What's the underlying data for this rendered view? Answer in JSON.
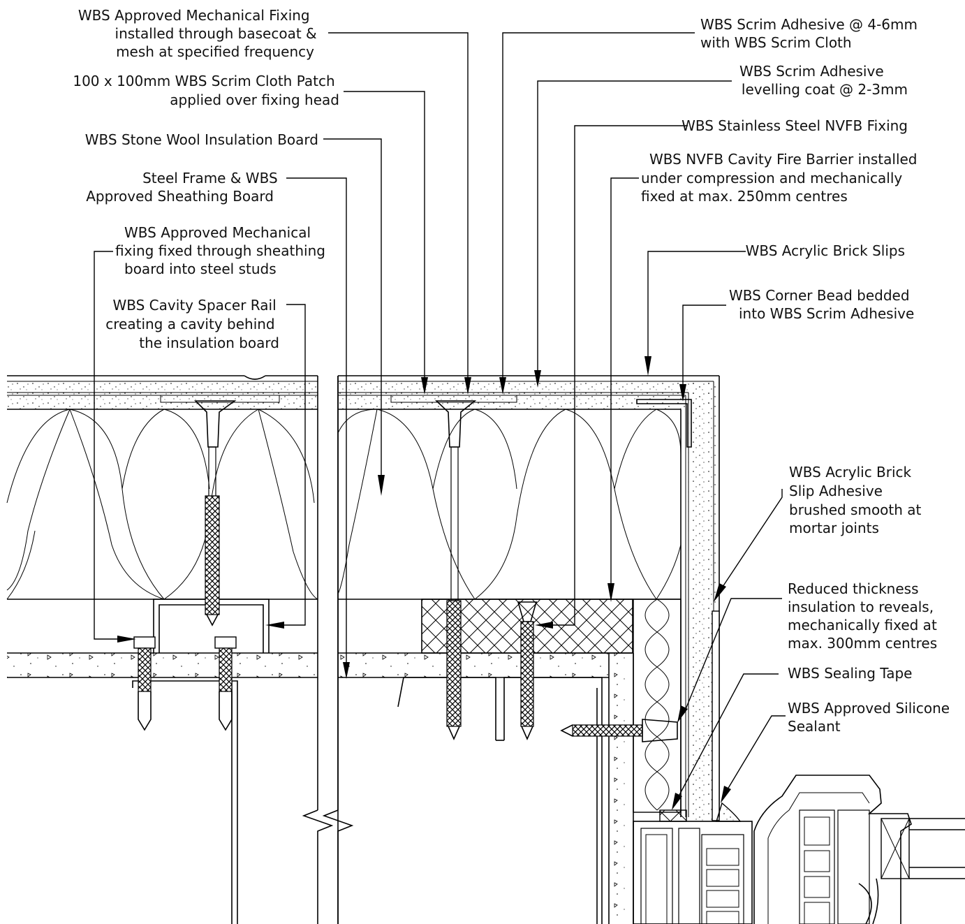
{
  "labels": {
    "mech_fixing": [
      "WBS Approved Mechanical Fixing",
      "installed through basecoat &",
      "mesh at specified frequency"
    ],
    "scrim_patch": [
      "100 x 100mm WBS Scrim Cloth Patch",
      "applied over fixing head"
    ],
    "stone_wool": [
      "WBS Stone Wool Insulation Board"
    ],
    "steel_frame": [
      "Steel Frame & WBS",
      "Approved Sheathing Board"
    ],
    "mech_fixing_sheathing": [
      "WBS Approved Mechanical",
      "fixing fixed through sheathing",
      "board into steel studs"
    ],
    "cavity_spacer": [
      "WBS Cavity Spacer Rail",
      "creating a cavity behind",
      "the insulation board"
    ],
    "scrim_adhesive_cloth": [
      "WBS Scrim Adhesive @ 4-6mm",
      "with WBS Scrim Cloth"
    ],
    "scrim_levelling": [
      "WBS Scrim Adhesive",
      "levelling coat @ 2-3mm"
    ],
    "nvfb_fixing": [
      "WBS Stainless Steel NVFB Fixing"
    ],
    "nvfb_barrier": [
      "WBS NVFB Cavity Fire Barrier installed",
      "under compression and mechanically",
      "fixed at max. 250mm centres"
    ],
    "brick_slips": [
      "WBS Acrylic Brick Slips"
    ],
    "corner_bead": [
      "WBS Corner Bead bedded",
      "into WBS Scrim Adhesive"
    ],
    "slip_adhesive": [
      "WBS Acrylic Brick",
      "Slip Adhesive",
      "brushed smooth at",
      "mortar joints"
    ],
    "reduced_insulation": [
      "Reduced thickness",
      "insulation to reveals,",
      "mechanically fixed at",
      "max. 300mm centres"
    ],
    "sealing_tape": [
      "WBS Sealing Tape"
    ],
    "silicone": [
      "WBS Approved Silicone",
      "Sealant"
    ]
  },
  "colors": {
    "line": "#000000",
    "background": "#ffffff",
    "text": "#111111"
  }
}
